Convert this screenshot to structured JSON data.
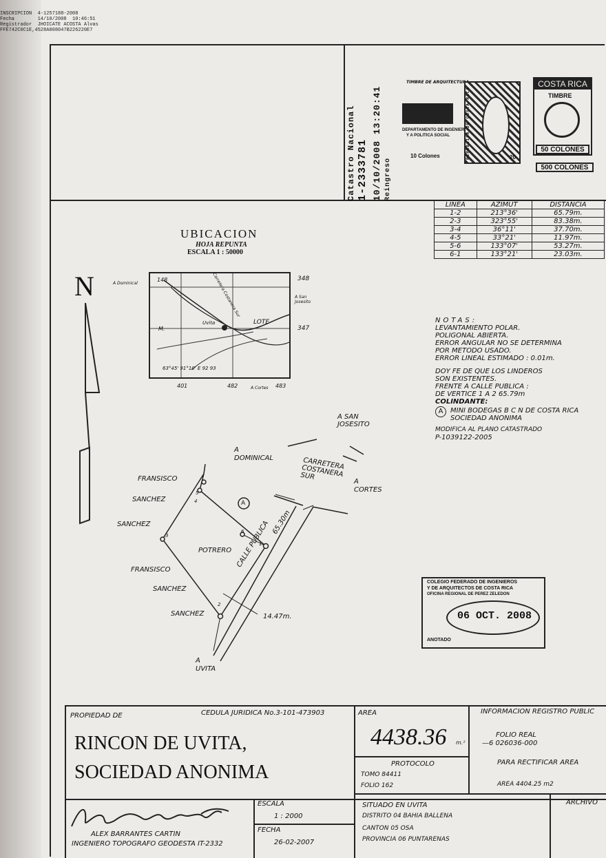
{
  "header_stamp": {
    "lines": [
      "INSCRIPCION  4-1257188-2008",
      "Fecha        14/10/2008  10:46:51",
      "Registrador  JHOICATE ACOSTA Alvas",
      "FFE742C0C1E,4528A808047B226220E7"
    ]
  },
  "catastro_stamp": {
    "line1": "Catastro Nacional",
    "line2": "1-2333781",
    "line3": "10/10/2008 13:20:41",
    "line4": "Reingreso"
  },
  "revenue_stamps": {
    "stamp1_top": "TIMBRE DE ARQUITECTURA",
    "stamp1_text1": "DEPARTAMENTO DE INGENIERIA",
    "stamp1_text2": "Y A POLITICA SOCIAL",
    "stamp1_value": "10 Colones",
    "stamp2_text": "REPUBLICA DE COSTA RICA",
    "stamp2_value": "20",
    "stamp3_top": "COSTA RICA",
    "stamp3_text": "TIMBRE",
    "stamp3_value": "50 COLONES",
    "stamp3_bottom": "500 COLONES"
  },
  "azimuth_table": {
    "headers": [
      "LINEA",
      "AZIMUT",
      "DISTANCIA"
    ],
    "rows": [
      [
        "1-2",
        "213°36'",
        "65.79m."
      ],
      [
        "2-3",
        "323°55'",
        "83.38m."
      ],
      [
        "3-4",
        "36°11'",
        "37.70m."
      ],
      [
        "4-5",
        "33°21'",
        "11.97m."
      ],
      [
        "5-6",
        "133°07'",
        "53.27m."
      ],
      [
        "6-1",
        "133°21'",
        "23.03m."
      ]
    ]
  },
  "ubicacion": {
    "title": "UBICACION",
    "sheet": "HOJA REPUNTA",
    "scale": "ESCALA 1 : 50000",
    "map_labels": {
      "tl": "148",
      "tr": "348",
      "r": "347",
      "b1": "401",
      "b2": "482",
      "b3": "483",
      "cortes": "A Cortes",
      "dominical": "A Dominical",
      "san_josesito": "A San Josesito",
      "lote": "LOTE",
      "uvita": "Uvita",
      "m": "M.",
      "bottom_in": "63°45' 91°10' E 92 93",
      "road": "Carretera Costanera Sur"
    }
  },
  "north": "N",
  "notes": {
    "title": "NOTAS:",
    "lines": [
      "LEVANTAMIENTO POLAR.",
      "POLIGONAL ABIERTA.",
      "ERROR ANGULAR NO SE DETERMINA",
      "POR METODO USADO.",
      "ERROR LINEAL ESTIMADO : 0.01m.",
      "",
      "DOY FE DE QUE LOS LINDEROS",
      "SON EXISTENTES.",
      "FRENTE A CALLE PUBLICA :",
      "DE VERTICE 1 A 2  65.79m",
      "COLINDANTE:"
    ],
    "colindante_marker": "A",
    "colindante_1": "MINI BODEGAS B C N DE COSTA RICA",
    "colindante_2": "SOCIEDAD ANONIMA",
    "modifica_1": "MODIFICA AL PLANO CATASTRADO",
    "modifica_2": "P-1039122-2005"
  },
  "plan": {
    "a_san_josesito": "A SAN\nJOSESITO",
    "a_dominical": "A\nDOMINICAL",
    "carretera": "CARRETERA\nCOSTANERA\nSUR",
    "a_cortes": "A\nCORTES",
    "fransisco1": "FRANSISCO",
    "sanchez1": "SANCHEZ",
    "sanchez2": "SANCHEZ",
    "potrero": "POTRERO",
    "fransisco2": "FRANSISCO",
    "sanchez3": "SANCHEZ",
    "sanchez4": "SANCHEZ",
    "calle": "CALLE PUBLICA",
    "dim_6530": "65.30m",
    "dim_1447": "14.47m.",
    "a_uvita": "A\nUVITA",
    "marker_a": "A",
    "v1": "1",
    "v2": "2",
    "v3": "3",
    "v4": "4",
    "v5": "5",
    "v6": "6"
  },
  "colegio_stamp": {
    "line1": "COLEGIO FEDERADO DE INGENIEROS",
    "line2": "Y DE ARQUITECTOS DE COSTA RICA",
    "line3": "OFICINA REGIONAL DE PEREZ ZELEDON",
    "date": "06 OCT. 2008",
    "anotado": "ANOTADO"
  },
  "title_block": {
    "propiedad_label": "PROPIEDAD DE",
    "cedula": "CEDULA JURIDICA No.3-101-473903",
    "owner_line1": "RINCON DE UVITA,",
    "owner_line2": "SOCIEDAD ANONIMA",
    "area_label": "AREA",
    "area_value": "4438.36",
    "area_unit": "m.²",
    "protocolo_label": "PROTOCOLO",
    "tomo": "TOMO 84411",
    "folio": "FOLIO 162",
    "info_label": "INFORMACION REGISTRO PUBLIC",
    "folio_real_1": "FOLIO REAL",
    "folio_real_2": "—6 026036-000",
    "rectificar": "PARA RECTIFICAR AREA",
    "area_rect": "AREA 4404.25 m2",
    "escala_label": "ESCALA",
    "escala_value": "1 : 2000",
    "fecha_label": "FECHA",
    "fecha_value": "26-02-2007",
    "situado": "SITUADO EN UVITA",
    "distrito": "DISTRITO 04 BAHIA BALLENA",
    "canton": "CANTON 05 OSA",
    "provincia": "PROVINCIA 06 PUNTARENAS",
    "archivo": "ARCHIVO",
    "engineer_name": "ALEX BARRANTES CARTIN",
    "engineer_title": "INGENIERO TOPOGRAFO GEODESTA IT-2332"
  }
}
